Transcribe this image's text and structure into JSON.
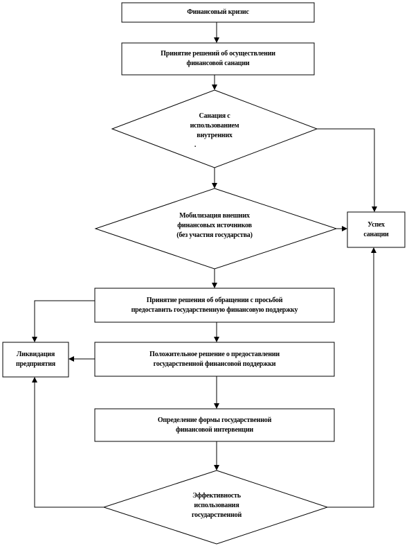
{
  "diagram": {
    "nodes": {
      "crisis": "Финансовый кризис",
      "sanation_decision": "Принятие решений об осуществлении\nфинансовой санации",
      "internal_sanation": "Санация с\nиспользованием\nвнутренних",
      "external_mobilization": "Мобилизация внешних\nфинансовых источников\n(без участия государства)",
      "success": "Успех\nсанации",
      "state_support_request": "Принятие решения об обращении с просьбой\nпредоставить государственную финансовую поддержку",
      "liquidation": "Ликвидация\nпредприятия",
      "positive_decision": "Положительное решение о предоставлении\nгосударственной финансовой поддержки",
      "intervention_form": "Определение формы государственной\nфинансовой интервенции",
      "effectiveness": "Эффективность\nиспользования\nгосударственной"
    },
    "stray_mark": "."
  }
}
